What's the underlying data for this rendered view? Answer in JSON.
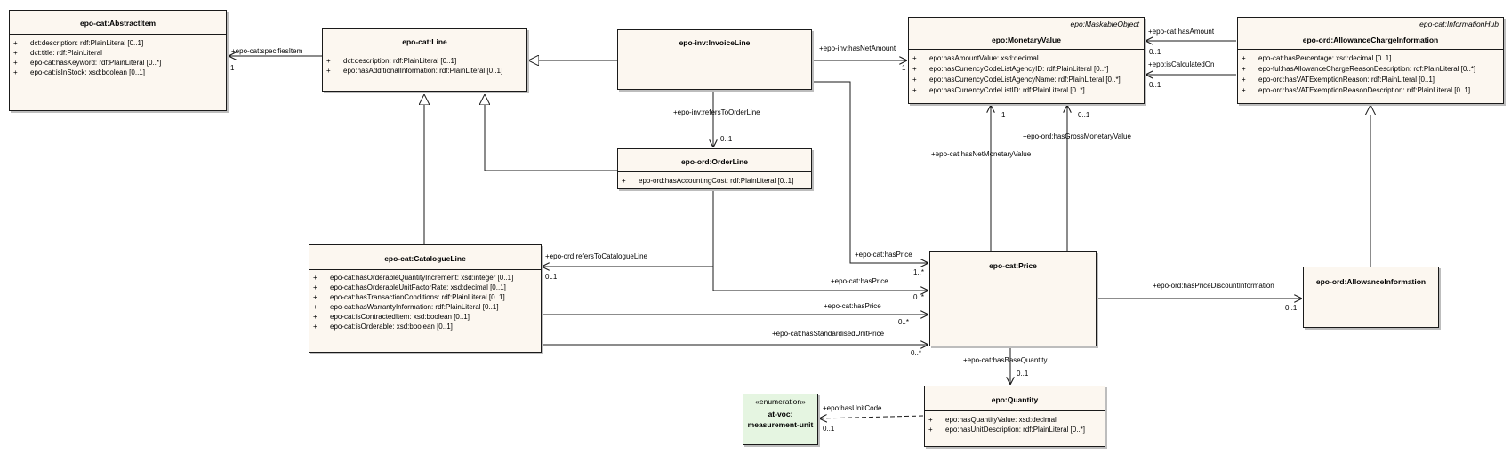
{
  "classes": {
    "abstract_item": {
      "name": "epo-cat:AbstractItem",
      "attributes": [
        "dct:description: rdf:PlainLiteral [0..1]",
        "dct:title: rdf:PlainLiteral",
        "epo-cat:hasKeyword: rdf:PlainLiteral [0..*]",
        "epo-cat:isInStock: xsd:boolean [0..1]"
      ]
    },
    "line": {
      "name": "epo-cat:Line",
      "attributes": [
        "dct:description: rdf:PlainLiteral [0..1]",
        "epo:hasAdditionalInformation: rdf:PlainLiteral [0..1]"
      ]
    },
    "invoice_line": {
      "name": "epo-inv:InvoiceLine"
    },
    "order_line": {
      "name": "epo-ord:OrderLine",
      "attributes": [
        "epo-ord:hasAccountingCost: rdf:PlainLiteral [0..1]"
      ]
    },
    "catalogue_line": {
      "name": "epo-cat:CatalogueLine",
      "attributes": [
        "epo-cat:hasOrderableQuantityIncrement: xsd:integer [0..1]",
        "epo-cat:hasOrderableUnitFactorRate: xsd:decimal [0..1]",
        "epo-cat:hasTransactionConditions: rdf:PlainLiteral [0..1]",
        "epo-cat:hasWarrantyInformation: rdf:PlainLiteral [0..1]",
        "epo-cat:isContractedItem: xsd:boolean [0..1]",
        "epo-cat:isOrderable: xsd:boolean [0..1]"
      ]
    },
    "monetary_value": {
      "stereotype": "epo:MaskableObject",
      "name": "epo:MonetaryValue",
      "attributes": [
        "epo:hasAmountValue: xsd:decimal",
        "epo:hasCurrencyCodeListAgencyID: rdf:PlainLiteral [0..*]",
        "epo:hasCurrencyCodeListAgencyName: rdf:PlainLiteral [0..*]",
        "epo:hasCurrencyCodeListID: rdf:PlainLiteral [0..*]"
      ]
    },
    "allowance_charge": {
      "stereotype": "epo-cat:InformationHub",
      "name": "epo-ord:AllowanceChargeInformation",
      "attributes": [
        "epo-cat:hasPercentage: xsd:decimal [0..1]",
        "epo-ful:hasAllowanceChargeReasonDescription: rdf:PlainLiteral [0..*]",
        "epo-ord:hasVATExemptionReason: rdf:PlainLiteral [0..1]",
        "epo-ord:hasVATExemptionReasonDescription: rdf:PlainLiteral [0..1]"
      ]
    },
    "price": {
      "name": "epo-cat:Price"
    },
    "allowance_info": {
      "name": "epo-ord:AllowanceInformation"
    },
    "quantity": {
      "name": "epo:Quantity",
      "attributes": [
        "epo:hasQuantityValue: xsd:decimal",
        "epo:hasUnitDescription: rdf:PlainLiteral [0..*]"
      ]
    },
    "measurement_unit": {
      "stereotype": "«enumeration»",
      "name_line1": "at-voc:",
      "name_line2": "measurement-unit"
    }
  },
  "plus": "+",
  "labels": {
    "specifies_item": "+epo-cat:specifiesItem",
    "specifies_item_mult": "1",
    "has_net_amount": "+epo-inv:hasNetAmount",
    "has_net_amount_mult": "1",
    "has_amount": "+epo-cat:hasAmount",
    "has_amount_mult": "0..1",
    "is_calculated_on": "+epo:isCalculatedOn",
    "is_calculated_on_mult": "0..1",
    "refers_to_order_line": "+epo-inv:refersToOrderLine",
    "refers_to_order_line_mult": "0..1",
    "has_net_monetary_value": "+epo-cat:hasNetMonetaryValue",
    "has_net_monetary_value_mult": "1",
    "has_gross_monetary_value": "+epo-ord:hasGrossMonetaryValue",
    "has_gross_monetary_value_mult": "0..1",
    "refers_to_catalogue_line": "+epo-ord:refersToCatalogueLine",
    "refers_to_catalogue_line_mult": "0..1",
    "has_price_invoice": "+epo-cat:hasPrice",
    "has_price_invoice_mult": "1..*",
    "has_price_order": "+epo-cat:hasPrice",
    "has_price_order_mult": "0..*",
    "has_price_catalogue": "+epo-cat:hasPrice",
    "has_price_catalogue_mult": "0..*",
    "has_standardised_unit_price": "+epo-cat:hasStandardisedUnitPrice",
    "has_standardised_unit_price_mult": "0..*",
    "has_price_discount": "+epo-ord:hasPriceDiscountInformation",
    "has_price_discount_mult": "0..1",
    "has_base_quantity": "+epo-cat:hasBaseQuantity",
    "has_base_quantity_mult": "0..1",
    "has_unit_code": "+epo:hasUnitCode",
    "has_unit_code_mult": "0..1"
  }
}
